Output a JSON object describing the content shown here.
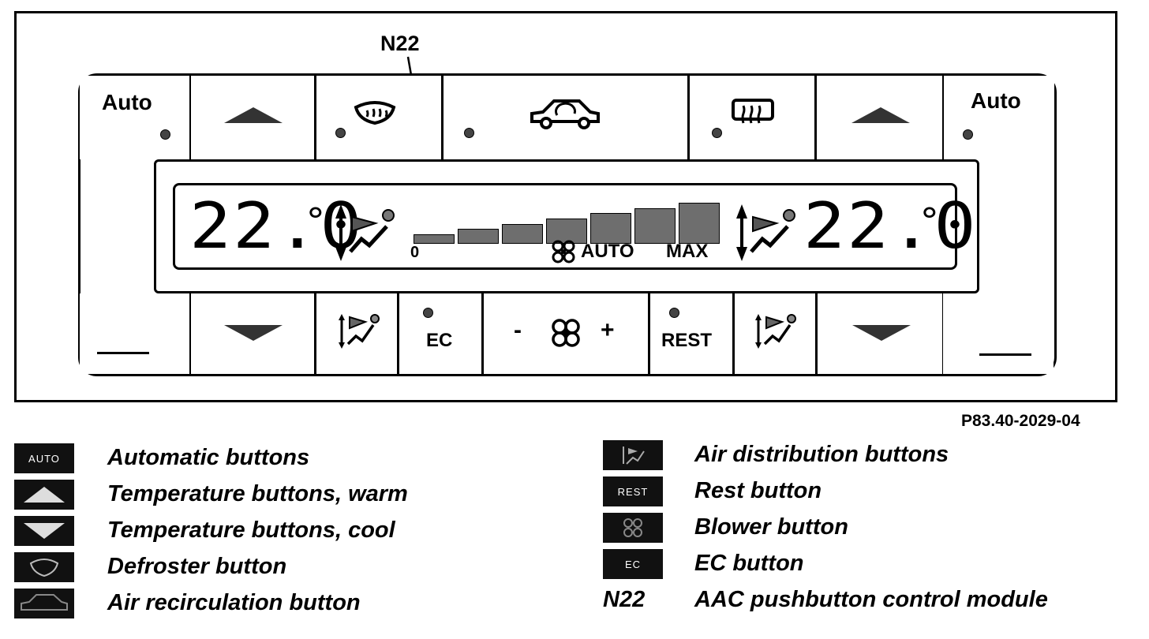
{
  "callout": "N22",
  "panel": {
    "auto_left": "Auto",
    "auto_right": "Auto",
    "ec_label": "EC",
    "rest_label": "REST",
    "blower_minus": "-",
    "blower_plus": "+"
  },
  "display": {
    "temp_left": "22.0",
    "temp_right": "22.0",
    "degree_symbol": "°",
    "bar_min_label": "0",
    "auto_label": "AUTO",
    "max_label": "MAX",
    "blower_level": 1.0
  },
  "figure_id": "P83.40-2029-04",
  "legend": {
    "left": [
      {
        "icon_text": "AUTO",
        "icon": "auto-icon",
        "text": "Automatic buttons"
      },
      {
        "icon_text": "",
        "icon": "triangle-up-icon",
        "text": "Temperature buttons, warm"
      },
      {
        "icon_text": "",
        "icon": "triangle-down-icon",
        "text": "Temperature buttons, cool"
      },
      {
        "icon_text": "",
        "icon": "defroster-icon",
        "text": "Defroster button"
      },
      {
        "icon_text": "",
        "icon": "recirculation-icon",
        "text": "Air recirculation button"
      }
    ],
    "right": [
      {
        "icon_text": "",
        "icon": "air-distribution-icon",
        "text": "Air distribution buttons"
      },
      {
        "icon_text": "REST",
        "icon": "rest-icon",
        "text": "Rest button"
      },
      {
        "icon_text": "",
        "icon": "blower-icon",
        "text": "Blower button"
      },
      {
        "icon_text": "EC",
        "icon": "ec-icon",
        "text": "EC button"
      },
      {
        "icon_text": "N22",
        "icon": "",
        "text": "AAC pushbutton control module"
      }
    ]
  }
}
